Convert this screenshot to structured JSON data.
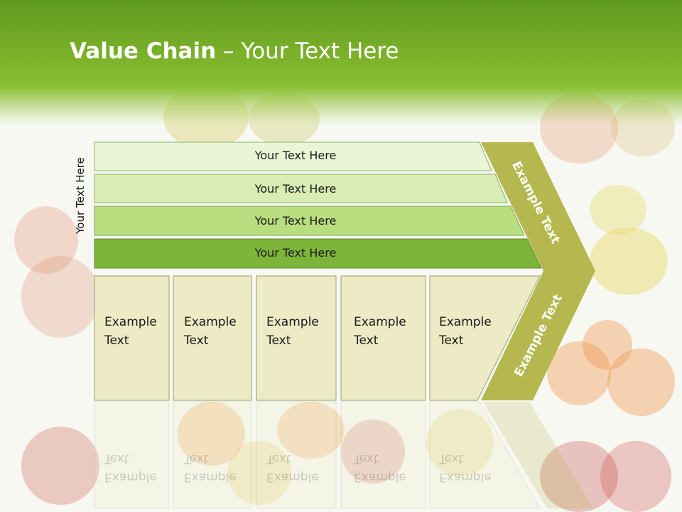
{
  "slide": {
    "title_bold": "Value Chain",
    "title_rest": " – Your Text Here",
    "side_label": "Your Text Here"
  },
  "bars": [
    {
      "label": "Your Text Here",
      "color": "#eaf5d8"
    },
    {
      "label": "Your Text Here",
      "color": "#d8edb5"
    },
    {
      "label": "Your Text Here",
      "color": "#b9de80"
    },
    {
      "label": "Your Text Here",
      "color": "#7db53a"
    }
  ],
  "boxes": [
    {
      "line1": "Example",
      "line2": "Text"
    },
    {
      "line1": "Example",
      "line2": "Text"
    },
    {
      "line1": "Example",
      "line2": "Text"
    },
    {
      "line1": "Example",
      "line2": "Text"
    },
    {
      "line1": "Example",
      "line2": "Text"
    }
  ],
  "chevron": {
    "upper_label": "Example Text",
    "lower_label": "Example Text",
    "color": "#b4b84e"
  },
  "colors": {
    "box_fill": "#ecebc5",
    "box_stroke": "#9aa070",
    "header_green": "#6fa828"
  }
}
